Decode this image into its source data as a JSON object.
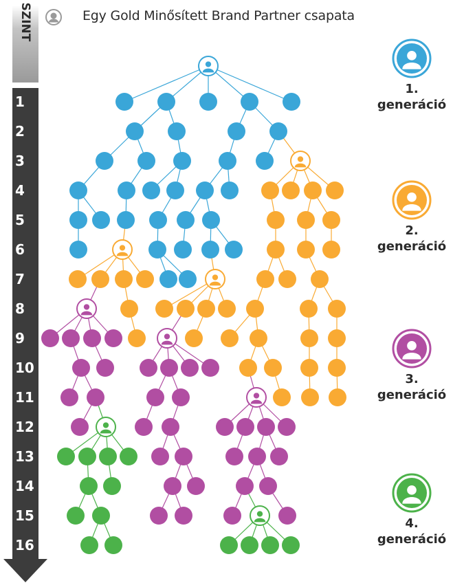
{
  "title": "Egy Gold Minősített Brand Partner csapata",
  "level_header": "SZINT",
  "levels": [
    "1",
    "2",
    "3",
    "4",
    "5",
    "6",
    "7",
    "8",
    "9",
    "10",
    "11",
    "12",
    "13",
    "14",
    "15",
    "16"
  ],
  "legend": [
    {
      "number": "1.",
      "word": "generáció",
      "color": "#3aa6d8",
      "icon": "person-icon"
    },
    {
      "number": "2.",
      "word": "generáció",
      "color": "#f9aa33",
      "icon": "person-icon"
    },
    {
      "number": "3.",
      "word": "generáció",
      "color": "#b14ea2",
      "icon": "person-icon"
    },
    {
      "number": "4.",
      "word": "generáció",
      "color": "#4cb24a",
      "icon": "person-icon"
    }
  ],
  "colors": {
    "blue": "#3aa6d8",
    "orange": "#f9aa33",
    "purple": "#b14ea2",
    "green": "#4cb24a",
    "bar": "#3c3c3c"
  }
}
